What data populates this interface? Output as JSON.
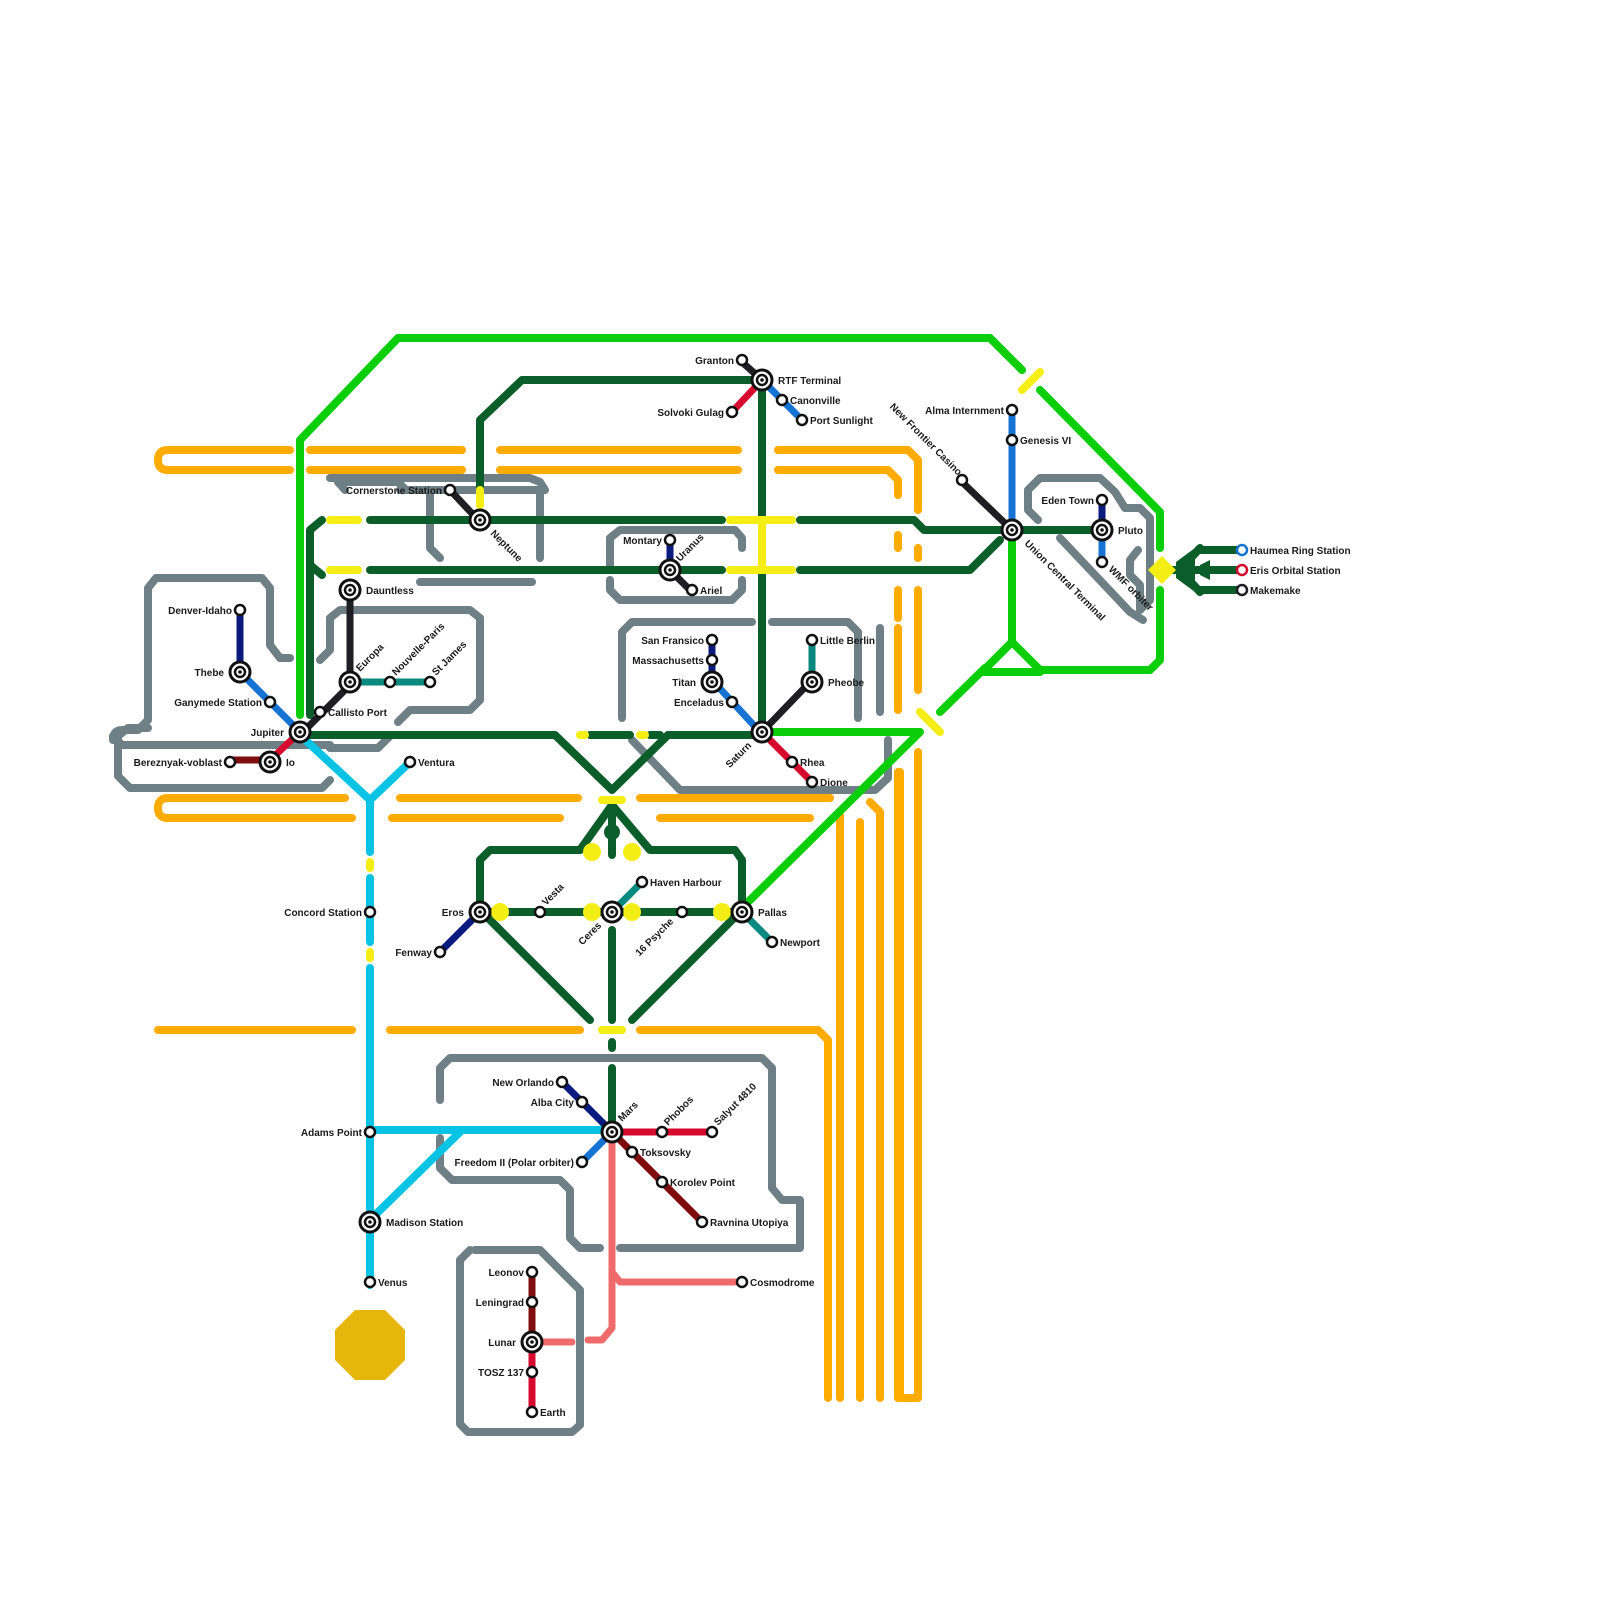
{
  "map": {
    "colors": {
      "ring_orange": "#FFAB00",
      "orbit_gray": "#6E8086",
      "trunk_green": "#0B5E2A",
      "outer_green": "#0ACE0A",
      "transfer_yellow": "#F5EE14",
      "sky_cyan": "#08C3E3",
      "navy": "#0B1A7E",
      "blue": "#1673D4",
      "black": "#1E1E24",
      "teal": "#0A8A7E",
      "red": "#D60A2E",
      "maroon": "#800D0D",
      "salmon": "#EF6B6B",
      "gold": "#E6B60A"
    },
    "stations": {
      "granton": "Granton",
      "rtf_terminal": "RTF Terminal",
      "solvoki_gulag": "Solvoki Gulag",
      "canonville": "Canonville",
      "port_sunlight": "Port Sunlight",
      "alma_internment": "Alma Internment",
      "genesis_vi": "Genesis VI",
      "new_frontier_casino": "New Frontier Casino",
      "eden_town": "Eden Town",
      "pluto": "Pluto",
      "wmf_orbiter": "WMF orbiter",
      "union_central_terminal": "Union Central Terminal",
      "haumea_ring_station": "Haumea Ring Station",
      "eris_orbital_station": "Eris Orbital Station",
      "makemake": "Makemake",
      "cornerstone_station": "Cornerstone Station",
      "neptune": "Neptune",
      "montary": "Montary",
      "uranus": "Uranus",
      "ariel": "Ariel",
      "dauntless": "Dauntless",
      "denver_idaho": "Denver-Idaho",
      "thebe": "Thebe",
      "ganymede_station": "Ganymede Station",
      "jupiter": "Jupiter",
      "callisto_port": "Callisto Port",
      "europa": "Europa",
      "nouvelle_paris": "Nouvelle-Paris",
      "st_james": "St James",
      "bereznyak_voblast": "Bereznyak-voblast",
      "io": "Io",
      "ventura": "Ventura",
      "san_fransico": "San Fransico",
      "massachusetts": "Massachusetts",
      "titan": "Titan",
      "enceladus": "Enceladus",
      "little_berlin": "Little Berlin",
      "pheobe": "Pheobe",
      "saturn": "Saturn",
      "rhea": "Rhea",
      "dione": "Dione",
      "concord_station": "Concord Station",
      "haven_harbour": "Haven Harbour",
      "eros": "Eros",
      "vesta": "Vesta",
      "ceres": "Ceres",
      "sixteen_psyche": "16 Psyche",
      "pallas": "Pallas",
      "fenway": "Fenway",
      "newport": "Newport",
      "new_orlando": "New Orlando",
      "alba_city": "Alba City",
      "mars": "Mars",
      "phobos": "Phobos",
      "salyut_4810": "Salyut 4810",
      "adams_point": "Adams Point",
      "freedom_ii": "Freedom II (Polar orbiter)",
      "toksovsky": "Toksovsky",
      "korolev_point": "Korolev Point",
      "ravnina_utopiya": "Ravnina Utopiya",
      "madison_station": "Madison Station",
      "venus": "Venus",
      "cosmodrome": "Cosmodrome",
      "leonov": "Leonov",
      "leningrad": "Leningrad",
      "lunar": "Lunar",
      "tosz_137": "TOSZ 137",
      "earth": "Earth"
    }
  }
}
